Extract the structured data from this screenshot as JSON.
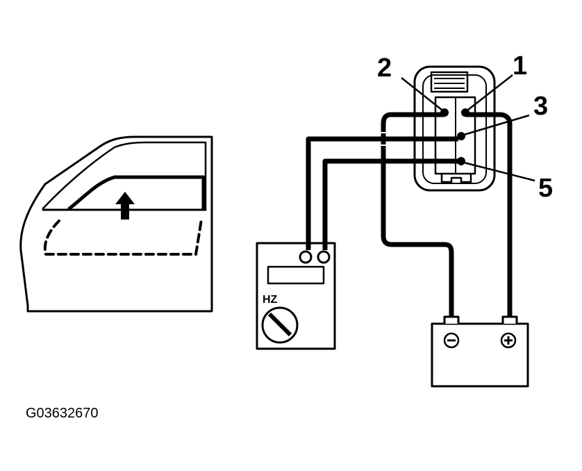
{
  "diagram": {
    "pin_labels": [
      "2",
      "1",
      "3",
      "5"
    ],
    "meter_label": "HZ",
    "battery_negative_symbol": "⊖",
    "battery_positive_symbol": "⊕",
    "figure_code": "G03632670"
  },
  "colors": {
    "ink": "#000000",
    "paper": "#ffffff"
  },
  "icons": [
    "up-arrow-icon",
    "dial-icon",
    "minus-terminal-icon",
    "plus-terminal-icon"
  ]
}
